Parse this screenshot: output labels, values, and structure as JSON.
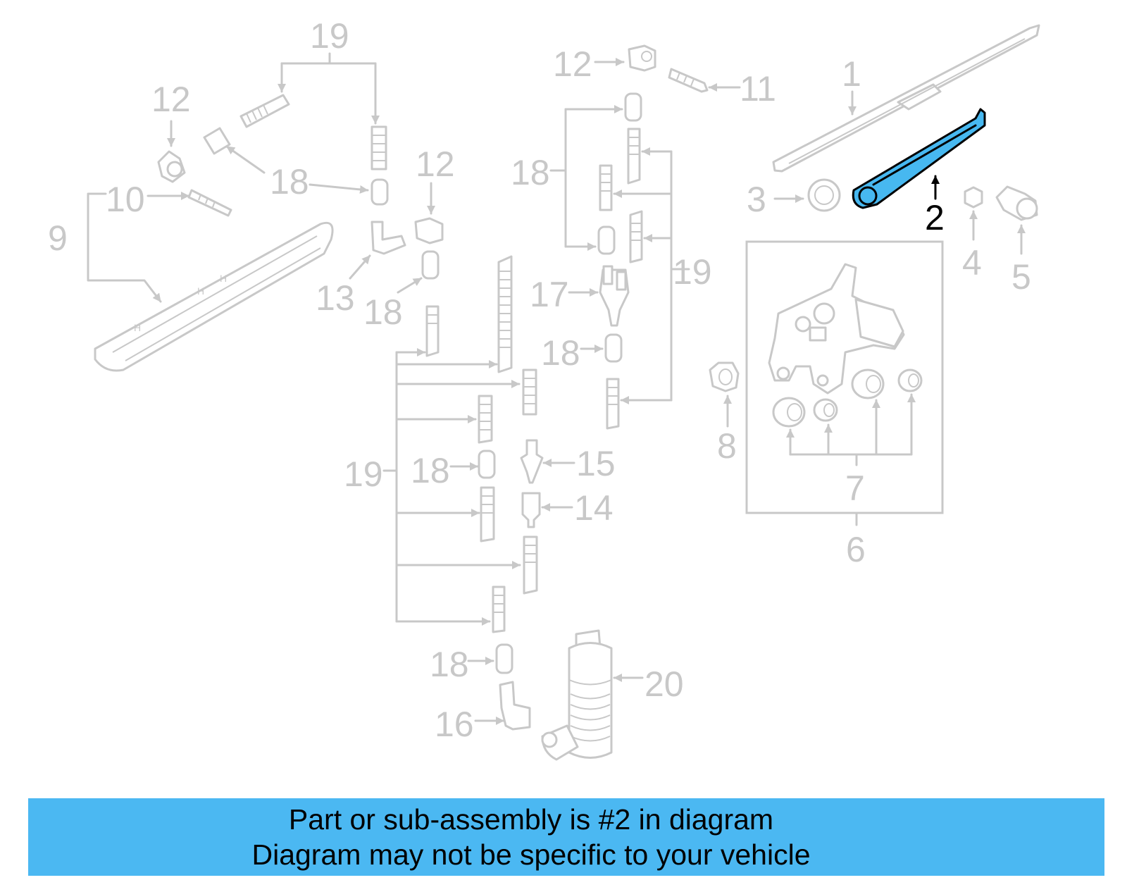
{
  "callouts": {
    "c1": "1",
    "c2": "2",
    "c3": "3",
    "c4": "4",
    "c5": "5",
    "c6": "6",
    "c7": "7",
    "c8": "8",
    "c9": "9",
    "c10": "10",
    "c11": "11",
    "c12": "12",
    "c13": "13",
    "c14": "14",
    "c15": "15",
    "c16": "16",
    "c17": "17",
    "c18": "18",
    "c19": "19",
    "c20": "20"
  },
  "highlighted_part": "2",
  "colors": {
    "highlight": "#47b8f0",
    "banner": "#4bb8f2",
    "faded": "#c8c8c8"
  },
  "banner": {
    "line1": "Part or sub-assembly is #2 in diagram",
    "line2": "Diagram may not be specific to your vehicle"
  }
}
